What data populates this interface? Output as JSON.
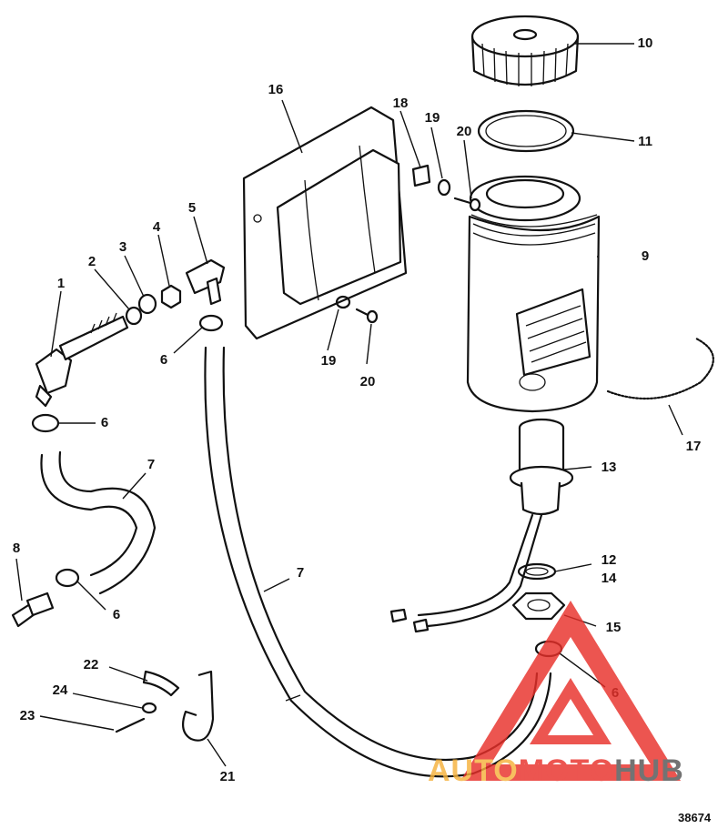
{
  "callouts": [
    {
      "id": "c1",
      "label": "1"
    },
    {
      "id": "c2",
      "label": "2"
    },
    {
      "id": "c3",
      "label": "3"
    },
    {
      "id": "c4",
      "label": "4"
    },
    {
      "id": "c5",
      "label": "5"
    },
    {
      "id": "c6a",
      "label": "6"
    },
    {
      "id": "c6b",
      "label": "6"
    },
    {
      "id": "c6c",
      "label": "6"
    },
    {
      "id": "c6d",
      "label": "6"
    },
    {
      "id": "c7a",
      "label": "7"
    },
    {
      "id": "c7b",
      "label": "7"
    },
    {
      "id": "c8",
      "label": "8"
    },
    {
      "id": "c9",
      "label": "9"
    },
    {
      "id": "c10",
      "label": "10"
    },
    {
      "id": "c11",
      "label": "11"
    },
    {
      "id": "c12",
      "label": "12"
    },
    {
      "id": "c13",
      "label": "13"
    },
    {
      "id": "c14",
      "label": "14"
    },
    {
      "id": "c15",
      "label": "15"
    },
    {
      "id": "c16",
      "label": "16"
    },
    {
      "id": "c17",
      "label": "17"
    },
    {
      "id": "c18",
      "label": "18"
    },
    {
      "id": "c19a",
      "label": "19"
    },
    {
      "id": "c19b",
      "label": "19"
    },
    {
      "id": "c20a",
      "label": "20"
    },
    {
      "id": "c20b",
      "label": "20"
    },
    {
      "id": "c21",
      "label": "21"
    },
    {
      "id": "c22",
      "label": "22"
    },
    {
      "id": "c23",
      "label": "23"
    },
    {
      "id": "c24",
      "label": "24"
    }
  ],
  "drawing_number": "38674",
  "watermark": {
    "part1": "AUTO",
    "part2": "MOTO",
    "part3": "HUB",
    "color_primary": "#e8302a",
    "color_secondary": "#f6b23c",
    "color_tertiary": "#555555"
  }
}
